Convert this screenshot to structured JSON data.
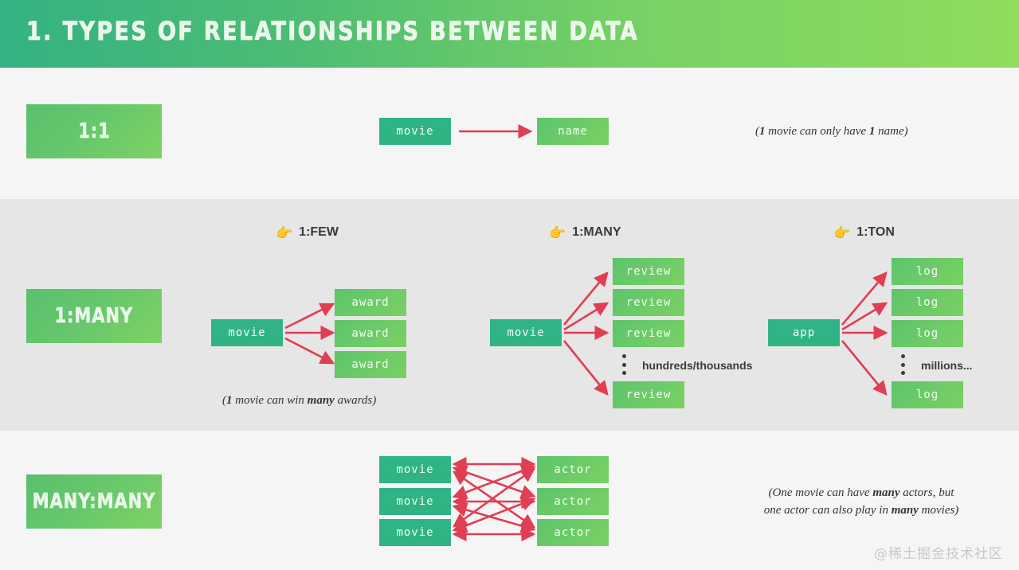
{
  "header": {
    "title": "1. Types of relationships between data"
  },
  "colors": {
    "header_gradient_start": "#33b282",
    "header_gradient_end": "#90dc5e",
    "band_light": "#f5f5f5",
    "band_gray": "#e6e6e6",
    "source_box": "#31b383",
    "target_box": "#68c969",
    "arrow": "#e03e52",
    "text_dark": "#3a3a3a",
    "watermark": "#c9c9c9"
  },
  "categories": {
    "one_to_one": "1:1",
    "one_to_many": "1:MANY",
    "many_to_many": "MANY:MANY"
  },
  "sections": {
    "one_to_one": {
      "source": "movie",
      "target": "name",
      "note_parts": [
        "(",
        "1",
        " movie can only have ",
        "1",
        " name)"
      ]
    },
    "one_to_many": {
      "groups": [
        {
          "icon": "pointing-right-emoji",
          "emoji": "👉",
          "heading": "1:FEW",
          "source": "movie",
          "targets": [
            "award",
            "award",
            "award"
          ],
          "note_parts": [
            "(",
            "1",
            " movie can win ",
            "many",
            " awards)"
          ]
        },
        {
          "icon": "pointing-right-emoji",
          "emoji": "👉",
          "heading": "1:MANY",
          "source": "movie",
          "targets": [
            "review",
            "review",
            "review",
            "review"
          ],
          "ellipsis_caption": "hundreds/thousands"
        },
        {
          "icon": "pointing-right-emoji",
          "emoji": "👉",
          "heading": "1:TON",
          "source": "app",
          "targets": [
            "log",
            "log",
            "log",
            "log"
          ],
          "ellipsis_caption": "millions..."
        }
      ]
    },
    "many_to_many": {
      "left": [
        "movie",
        "movie",
        "movie"
      ],
      "right": [
        "actor",
        "actor",
        "actor"
      ],
      "note_line1_parts": [
        "(One movie can have ",
        "many",
        " actors, but"
      ],
      "note_line2_parts": [
        "one actor can also play in ",
        "many",
        " movies)"
      ]
    }
  },
  "watermark": "@稀土掘金技术社区"
}
